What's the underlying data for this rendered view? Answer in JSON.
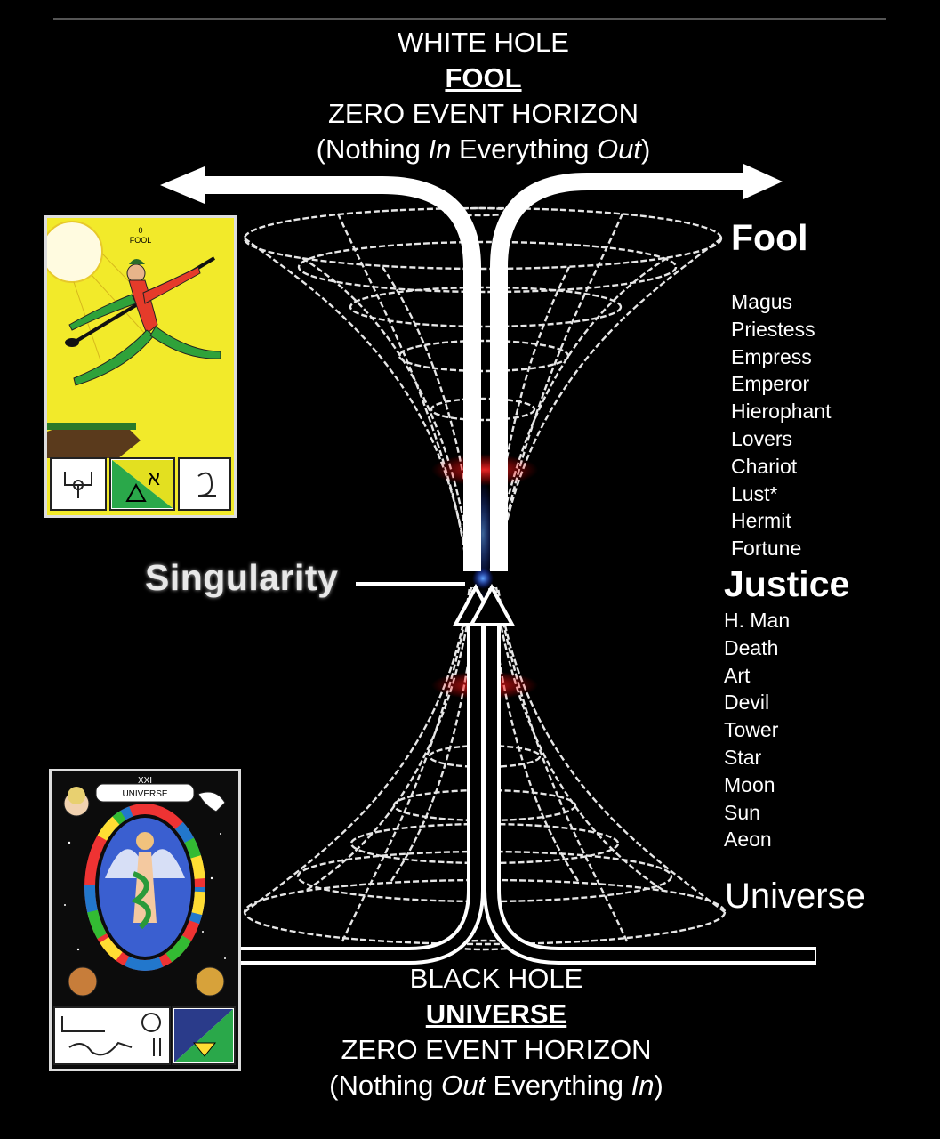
{
  "top": {
    "line1": "WHITE HOLE",
    "line2": "FOOL",
    "line3": "ZERO EVENT HORIZON",
    "line4_pre": "(Nothing ",
    "line4_em1": "In",
    "line4_mid": " Everything ",
    "line4_em2": "Out",
    "line4_post": ")"
  },
  "bottom": {
    "line1": "BLACK HOLE",
    "line2": "UNIVERSE",
    "line3": "ZERO EVENT HORIZON",
    "line4_pre": "(Nothing ",
    "line4_em1": "Out",
    "line4_mid": " Everything ",
    "line4_em2": "In",
    "line4_post": ")"
  },
  "singularity": "Singularity",
  "right_list": {
    "top_heading": "Fool",
    "upper": [
      "Magus",
      "Priestess",
      "Empress",
      "Emperor",
      "Hierophant",
      "Lovers",
      "Chariot",
      "Lust*",
      "Hermit",
      "Fortune"
    ],
    "middle_heading": "Justice",
    "lower": [
      "H. Man",
      "Death",
      "Art",
      "Devil",
      "Tower",
      "Star",
      "Moon",
      "Sun",
      "Aeon"
    ],
    "bottom_heading": "Universe"
  },
  "cards": {
    "fool": {
      "number": "0",
      "title": "FOOL",
      "hebrew": "א"
    },
    "universe": {
      "number": "XXI",
      "title": "UNIVERSE"
    }
  },
  "colors": {
    "background": "#000000",
    "text": "#ffffff",
    "funnel_lines": "#e6e6e6",
    "throat_red": "#d01818",
    "throat_blue": "#2a4cff",
    "fool_card_bg": "#f2ea2a",
    "universe_card_bg": "#111111"
  }
}
